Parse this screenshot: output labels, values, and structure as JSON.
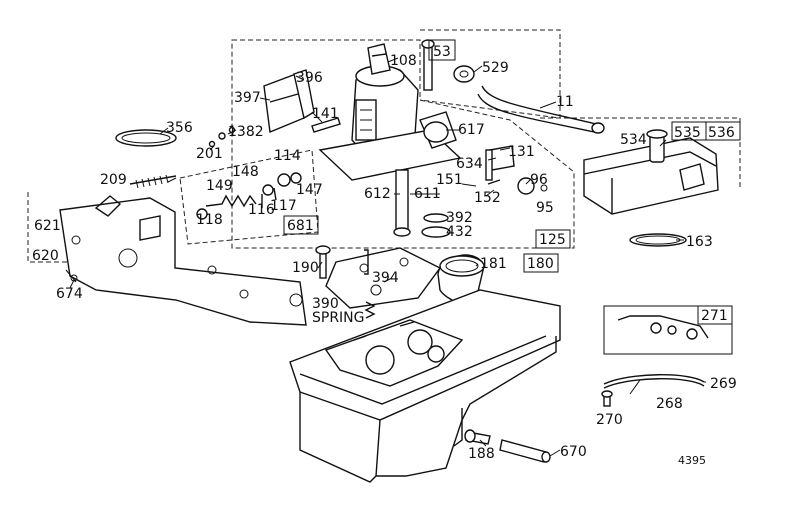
{
  "diagram": {
    "drawing_number": "4395",
    "labels": {
      "p108": "108",
      "p53": "53",
      "p529": "529",
      "p396": "396",
      "p397": "397",
      "p11": "11",
      "p356": "356",
      "p141": "141",
      "p617": "617",
      "p1382": "1382",
      "p201": "201",
      "p114": "114",
      "p131": "131",
      "p534": "534",
      "p535": "535",
      "p536": "536",
      "p634": "634",
      "p96": "96",
      "p209": "209",
      "p148": "148",
      "p149": "149",
      "p151": "151",
      "p147": "147",
      "p116": "116",
      "p117": "117",
      "p612": "612",
      "p611": "611",
      "p152": "152",
      "p95": "95",
      "p118": "118",
      "p621": "621",
      "p681": "681",
      "p392": "392",
      "p432": "432",
      "p620": "620",
      "p125": "125",
      "p163": "163",
      "p190": "190",
      "p181": "181",
      "p180": "180",
      "p394": "394",
      "p674": "674",
      "p390": "390",
      "spring": "SPRING",
      "p271": "271",
      "p269": "269",
      "p268": "268",
      "p270": "270",
      "p188": "188",
      "p670": "670"
    }
  }
}
